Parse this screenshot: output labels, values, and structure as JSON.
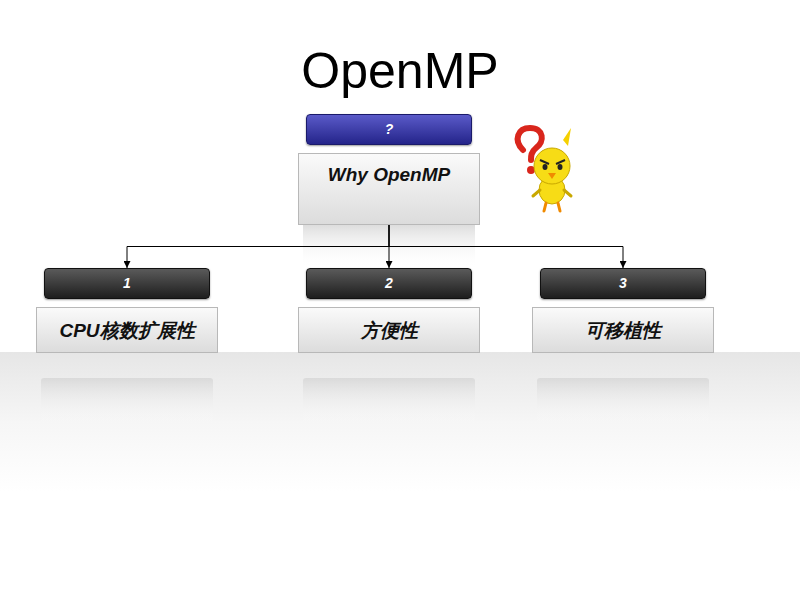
{
  "diagram": {
    "title": "OpenMP",
    "nodes": [
      {
        "text": [
          "?",
          "Why OpenMP"
        ]
      },
      {
        "text": [
          "1",
          "CPU核数扩展性"
        ]
      },
      {
        "text": [
          "2",
          "方便性"
        ]
      },
      {
        "text": [
          "3",
          "可移植性"
        ]
      }
    ],
    "edges": [
      {
        "from": 0,
        "to": 1,
        "arrow": "to"
      },
      {
        "from": 0,
        "to": 2,
        "arrow": "to"
      },
      {
        "from": 0,
        "to": 3,
        "arrow": "to"
      }
    ]
  }
}
